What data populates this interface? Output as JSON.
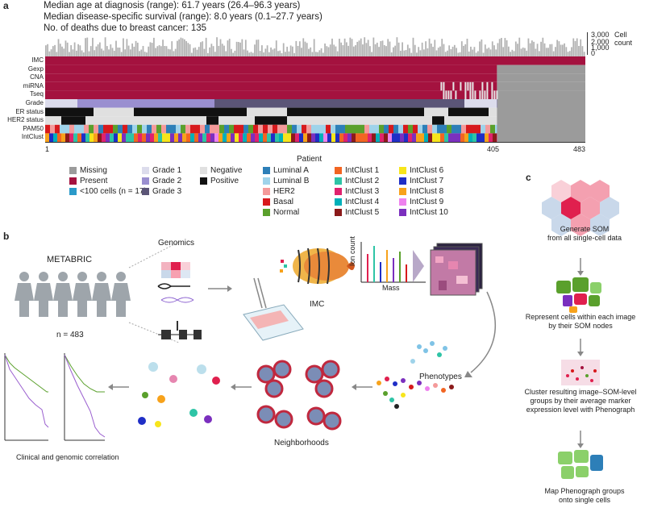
{
  "panel_a": {
    "letter": "a",
    "stats": [
      "Median age at diagnosis (range): 61.7 years (26.4–96.3 years)",
      "Median disease-specific survival (range): 8.0 years (0.1–27.7 years)",
      "No. of deaths due to breast cancer: 135"
    ],
    "cell_count_axis": {
      "label": "Cell count",
      "ticks": [
        "3,000",
        "2,000",
        "1,000",
        "0"
      ]
    },
    "row_labels": [
      "IMC",
      "Gexp",
      "CNA",
      "miRNA",
      "Tseq",
      "Grade",
      "ER status",
      "HER2 status",
      "PAM50",
      "IntClust"
    ],
    "x_axis": {
      "label": "Patient",
      "ticks": [
        "1",
        "405",
        "483"
      ]
    },
    "legend": {
      "col1": [
        {
          "label": "Missing",
          "color": "#9b9b9b"
        },
        {
          "label": "Present",
          "color": "#a4123f"
        },
        {
          "label": "<100 cells (n = 17)",
          "color": "#2a9ac9"
        }
      ],
      "col2": [
        {
          "label": "Grade 1",
          "color": "#dcdcec"
        },
        {
          "label": "Grade 2",
          "color": "#9a8fd0"
        },
        {
          "label": "Grade 3",
          "color": "#5b5577"
        }
      ],
      "col3": [
        {
          "label": "Negative",
          "color": "#e0e0e0"
        },
        {
          "label": "Positive",
          "color": "#111111"
        }
      ],
      "col4": [
        {
          "label": "Luminal A",
          "color": "#2d7fb8"
        },
        {
          "label": "Luminal B",
          "color": "#9fd3ea"
        },
        {
          "label": "HER2",
          "color": "#f49a9a"
        },
        {
          "label": "Basal",
          "color": "#d7191c"
        },
        {
          "label": "Normal",
          "color": "#5aa02c"
        }
      ],
      "col5": [
        {
          "label": "IntClust 1",
          "color": "#f26522"
        },
        {
          "label": "IntClust 2",
          "color": "#2ec4a6"
        },
        {
          "label": "IntClust 3",
          "color": "#e0226e"
        },
        {
          "label": "IntClust 4",
          "color": "#00b0b9"
        },
        {
          "label": "IntClust 5",
          "color": "#8b1a1a"
        }
      ],
      "col6": [
        {
          "label": "IntClust 6",
          "color": "#f7e51b"
        },
        {
          "label": "IntClust 7",
          "color": "#1f2ec6"
        },
        {
          "label": "IntClust 8",
          "color": "#f7a21b"
        },
        {
          "label": "IntClust 9",
          "color": "#ee82ee"
        },
        {
          "label": "IntClust 10",
          "color": "#7b2fbe"
        }
      ]
    }
  },
  "panel_b": {
    "letter": "b",
    "cohort": "METABRIC",
    "n_label": "n = 483",
    "genomics": "Genomics",
    "imc": "IMC",
    "ion_count": "Ion count",
    "mass": "Mass",
    "phenotypes": "Phenotypes",
    "neighborhoods": "Neighborhoods",
    "clinical": "Clinical and genomic correlation"
  },
  "panel_c": {
    "letter": "c",
    "steps": [
      "Generate SOM\nfrom all single-cell data",
      "Represent cells within each image\nby their SOM nodes",
      "Cluster resulting image–SOM-level\ngroups by their average marker\nexpression level with Phenograph",
      "Map Phenograph groups\nonto single cells"
    ]
  }
}
